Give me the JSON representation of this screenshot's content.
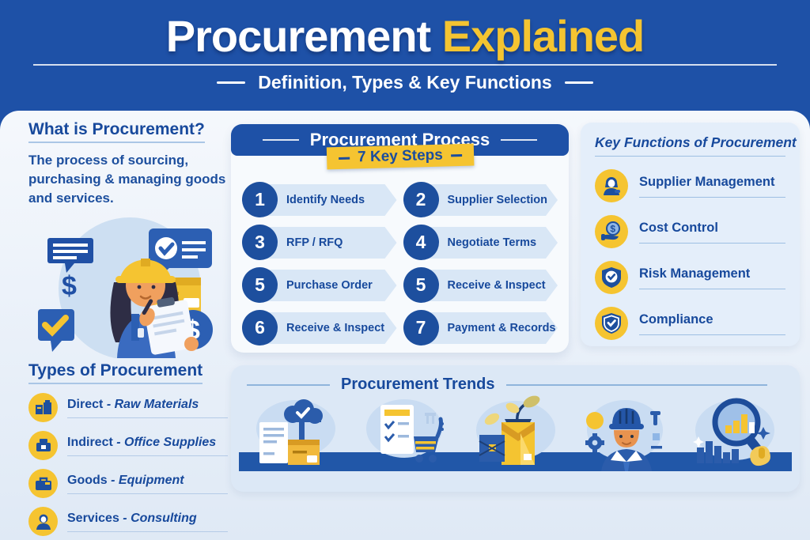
{
  "colors": {
    "header_blue": "#1e51a7",
    "accent_yellow": "#f5c431",
    "text_blue": "#17499c",
    "circle_blue": "#1d4f9e",
    "chevron_light_blue": "#d9e7f6",
    "panel_light_blue": "#e4eefa",
    "trends_panel_blue": "#dce8f6",
    "trends_bar_blue": "#2157a8"
  },
  "header": {
    "title_primary": "Procurement",
    "title_accent": "Explained",
    "subtitle": "Definition, Types & Key Functions"
  },
  "what": {
    "heading": "What is Procurement?",
    "body": "The process of sourcing, purchasing & managing goods and services.",
    "illustration": "worker-with-clipboard-illustration"
  },
  "types": {
    "heading": "Types of Procurement",
    "items": [
      {
        "label": "Direct",
        "detail": "- Raw Materials",
        "icon": "boxes-icon"
      },
      {
        "label": "Indirect",
        "detail": "- Office Supplies",
        "icon": "printer-icon"
      },
      {
        "label": "Goods",
        "detail": "- Equipment",
        "icon": "toolbox-icon"
      },
      {
        "label": "Services",
        "detail": "- Consulting",
        "icon": "person-icon"
      }
    ]
  },
  "process": {
    "heading": "Procurement Process",
    "badge": "7 Key Steps",
    "steps": [
      {
        "num": "1",
        "label": "Identify Needs"
      },
      {
        "num": "2",
        "label": "Supplier Selection"
      },
      {
        "num": "3",
        "label": "RFP / RFQ"
      },
      {
        "num": "4",
        "label": "Negotiate Terms"
      },
      {
        "num": "5",
        "label": "Purchase Order"
      },
      {
        "num": "5",
        "label": "Receive & Inspect"
      },
      {
        "num": "6",
        "label": "Receive & Inspect"
      },
      {
        "num": "7",
        "label": "Payment & Records"
      }
    ]
  },
  "functions": {
    "heading": "Key Functions of Procurement",
    "items": [
      {
        "label": "Supplier Management",
        "icon": "supplier-avatar-icon"
      },
      {
        "label": "Cost Control",
        "icon": "hand-dollar-icon"
      },
      {
        "label": "Risk Management",
        "icon": "shield-check-icon"
      },
      {
        "label": "Compliance",
        "icon": "shield-check-badge-icon"
      }
    ]
  },
  "trends": {
    "heading": "Procurement Trends",
    "icons": [
      "documents-cloud-check-icon",
      "checklist-cart-icon",
      "sustainable-box-plant-icon",
      "worker-gear-icon",
      "magnifier-chart-icon"
    ]
  }
}
